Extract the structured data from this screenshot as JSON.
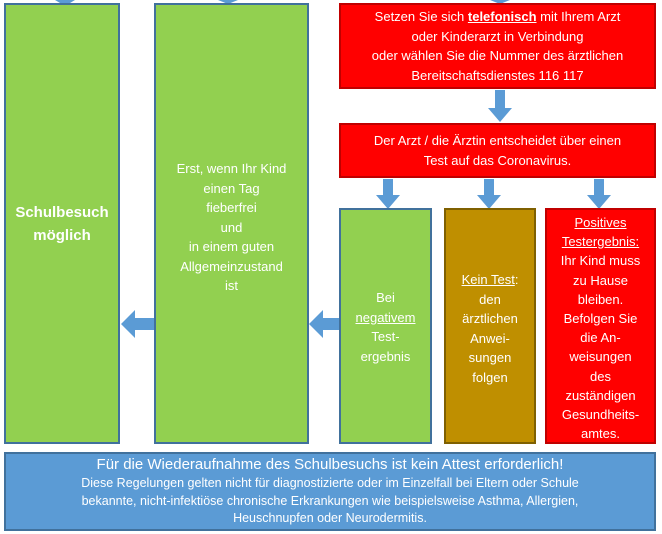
{
  "boxes": {
    "schulbesuch": {
      "line1": "Schulbesuch",
      "line2": "möglich"
    },
    "fieberfrei": {
      "lines": [
        "Erst, wenn Ihr Kind",
        "einen Tag",
        "fieberfrei",
        "und",
        "in einem guten",
        "Allgemeinzustand",
        "ist"
      ]
    },
    "telefon": {
      "line1_pre": "Setzen Sie sich ",
      "line1_em": "telefonisch",
      "line1_post": " mit Ihrem Arzt",
      "line2": "oder Kinderarzt in Verbindung",
      "line3": "oder wählen Sie die Nummer des ärztlichen",
      "line4": "Bereitschaftsdienstes 116 117"
    },
    "arzt": {
      "line1": "Der Arzt / die Ärztin entscheidet über einen",
      "line2": "Test auf das Coronavirus."
    },
    "negativ": {
      "line1": "Bei",
      "line2": "negativem",
      "line3": "Test-",
      "line4": "ergebnis"
    },
    "keintest": {
      "line1": "Kein Test",
      "line1_suffix": ":",
      "lines": [
        "den",
        "ärztlichen",
        "Anwei-",
        "sungen",
        "folgen"
      ]
    },
    "positiv": {
      "line1": "Positives",
      "line2": "Testergebnis:",
      "lines": [
        "Ihr Kind muss",
        "zu Hause",
        "bleiben.",
        "Befolgen Sie",
        "die An-",
        "weisungen",
        "des",
        "zuständigen",
        "Gesundheits-",
        "amtes."
      ]
    }
  },
  "footer": {
    "headline": "Für die Wiederaufnahme des Schulbesuchs ist kein Attest erforderlich!",
    "text1": "Diese Regelungen gelten nicht für diagnostizierte oder im Einzelfall bei Eltern oder Schule",
    "text2": "bekannte, nicht-infektiöse chronische Erkrankungen wie beispielsweise Asthma, Allergien,",
    "text3": "Heuschnupfen oder Neurodermitis."
  },
  "colors": {
    "green": "#92d050",
    "red": "#ff0000",
    "gold": "#bf8f00",
    "blue": "#5b9bd5",
    "arrow": "#5b9bd5"
  }
}
